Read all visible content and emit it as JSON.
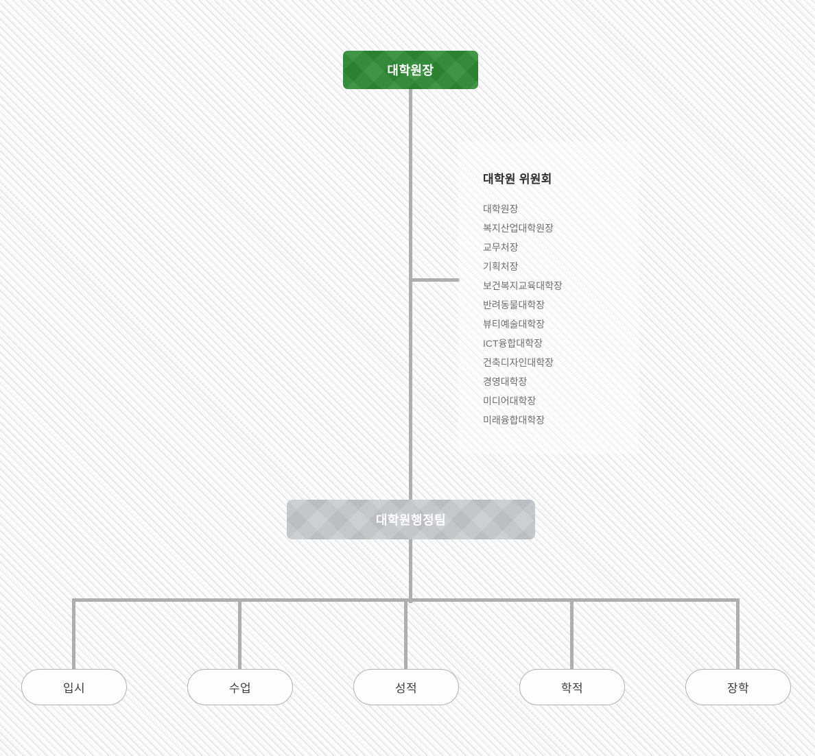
{
  "colors": {
    "accent_green": "#2d8a34",
    "admin_gray": "#c7cad0",
    "line_gray": "#aeaeae",
    "leaf_border": "#b0b0b0",
    "leaf_text": "#3c3c3c",
    "committee_title": "#2b2b2b",
    "committee_item": "#6e6e6e",
    "background": "#f7f7f7"
  },
  "org_chart": {
    "type": "organization-tree",
    "root": {
      "label": "대학원장"
    },
    "committee": {
      "title": "대학원 위원회",
      "members": [
        "대학원장",
        "복지산업대학원장",
        "교무처장",
        "기획처장",
        "보건복지교육대학장",
        "반려동물대학장",
        "뷰티예술대학장",
        "ICT융합대학장",
        "건축디자인대학장",
        "경영대학장",
        "미디어대학장",
        "미래융합대학장"
      ]
    },
    "admin_team": {
      "label": "대학원행정팀"
    },
    "teams": [
      {
        "label": "입시"
      },
      {
        "label": "수업"
      },
      {
        "label": "성적"
      },
      {
        "label": "학적"
      },
      {
        "label": "장학"
      }
    ]
  }
}
